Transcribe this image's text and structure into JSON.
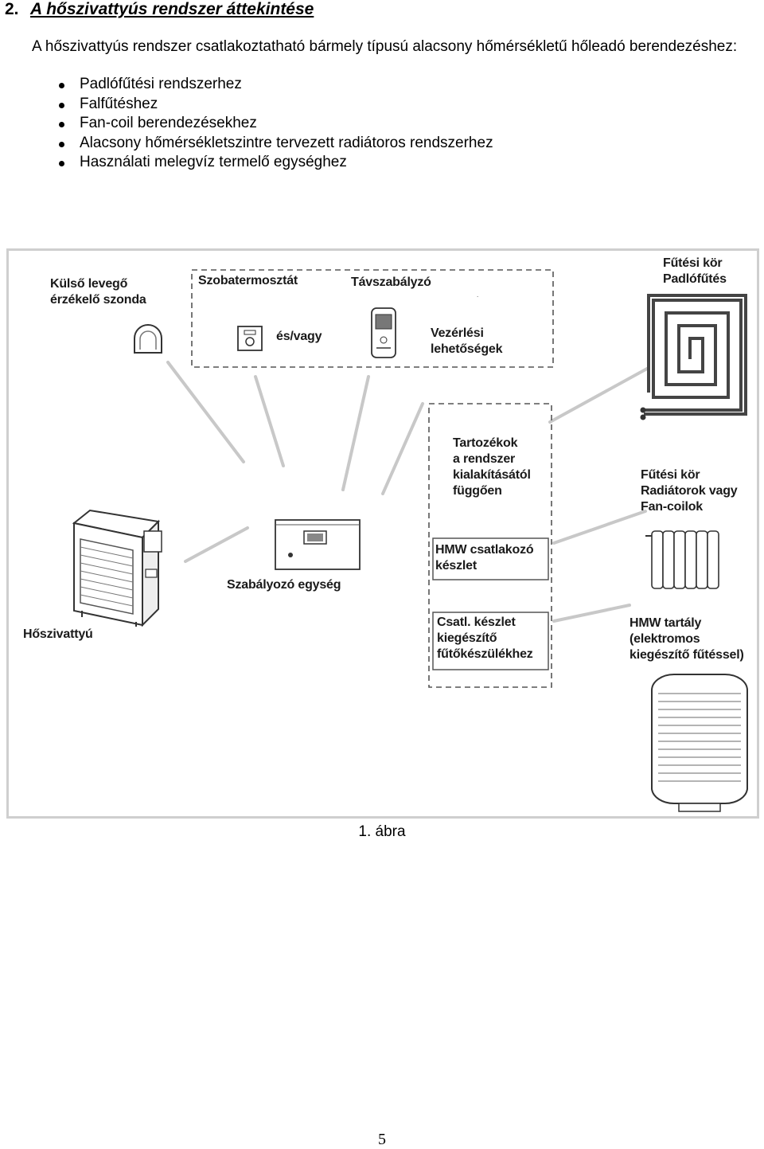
{
  "heading": {
    "number": "2.",
    "title": "A hőszivattyús rendszer áttekintése"
  },
  "intro": "A hőszivattyús rendszer csatlakoztatható bármely típusú alacsony hőmérsékletű hőleadó berendezéshez:",
  "bullets": [
    "Padlófűtési rendszerhez",
    "Falfűtéshez",
    "Fan-coil berendezésekhez",
    "Alacsony hőmérsékletszintre tervezett radiátoros rendszerhez",
    "Használati melegvíz termelő egységhez"
  ],
  "figure": {
    "labels": {
      "outdoor_sensor": "Külső levegő\nérzékelő szonda",
      "room_thermostat": "Szobatermosztát",
      "remote_control": "Távszabályzó",
      "and_or": "és/vagy",
      "control_options": "Vezérlési\nlehetőségek",
      "floor_heating": "Fűtési kör\nPadlófűtés",
      "accessories": "Tartozékok\na rendszer\nkialakításától\nfüggően",
      "radiator_circuit": "Fűtési kör\nRadiátorok vagy\nFan-coilok",
      "hmw_kit": "HMW csatlakozó\nkészlet",
      "aux_kit": "Csatl. készlet\nkiegészítő\nfűtőkészülékhez",
      "controller": "Szabályozó egység",
      "heat_pump": "Hőszivattyú",
      "hmw_tank": "HMW tartály\n(elektromos\n kiegészítő fűtéssel)"
    }
  },
  "caption": "1. ábra",
  "page_number": "5"
}
